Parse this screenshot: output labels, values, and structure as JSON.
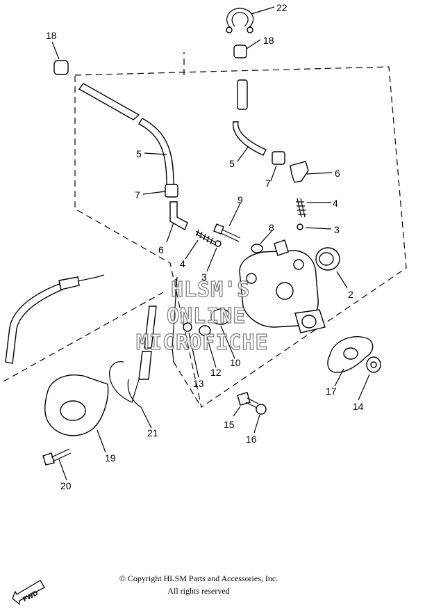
{
  "callouts": {
    "c1": "1",
    "c2": "2",
    "c3a": "3",
    "c3b": "3",
    "c4a": "4",
    "c4b": "4",
    "c5a": "5",
    "c5b": "5",
    "c6a": "6",
    "c6b": "6",
    "c7a": "7",
    "c7b": "7",
    "c8": "8",
    "c9": "9",
    "c10": "10",
    "c12": "12",
    "c13": "13",
    "c14": "14",
    "c15": "15",
    "c16": "16",
    "c17": "17",
    "c18a": "18",
    "c18b": "18",
    "c19": "19",
    "c20": "20",
    "c21": "21",
    "c22": "22"
  },
  "watermark": {
    "line1": "HLSM'S",
    "line2": "ONLINE",
    "line3": "MICROFICHE"
  },
  "footer": {
    "copyright": "© Copyright HLSM Parts and Accessories, Inc.",
    "rights": "All rights reserved"
  },
  "fwd": {
    "label": "FWD"
  }
}
